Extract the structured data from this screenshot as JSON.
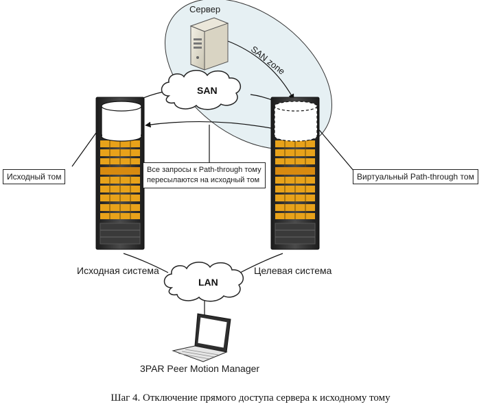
{
  "server_label": "Сервер",
  "san_zone_label": "SAN zone",
  "san_cloud_label": "SAN",
  "lan_cloud_label": "LAN",
  "source_volume_label": "Исходный том",
  "virtual_volume_label": "Виртуальный Path-through том",
  "redirect_note_line1": "Все запросы к Path-through тому",
  "redirect_note_line2": "пересылаются на исходный том",
  "source_system_label": "Исходная система",
  "target_system_label": "Целевая система",
  "manager_label": "3PAR Peer Motion Manager",
  "caption": "Шаг 4. Отключение прямого доступа сервера к исходному тому",
  "colors": {
    "rack": "#2b2b2b",
    "drive": "#e8a21a",
    "zone_fill": "#e6f0f3",
    "line": "#111111"
  }
}
